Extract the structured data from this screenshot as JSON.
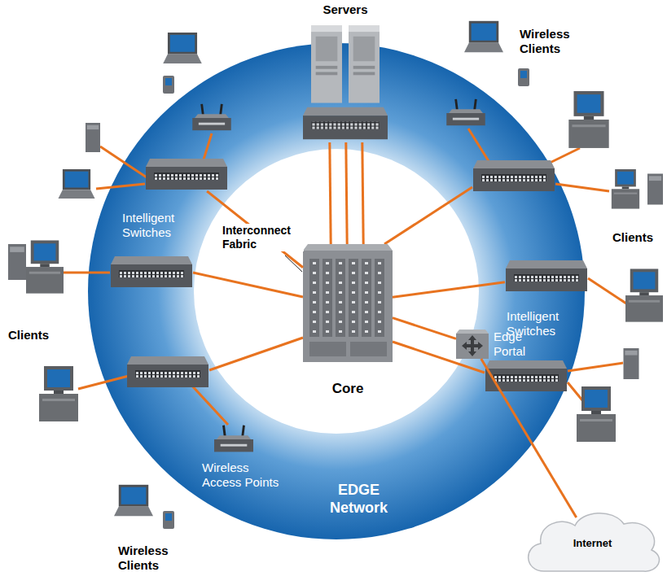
{
  "diagram": {
    "nodes": [
      {
        "text": [
          "EDGE Network"
        ]
      },
      {
        "text": [
          "Servers"
        ]
      },
      {
        "text": [
          "Intelligent Switches"
        ],
        "in": 0
      },
      {
        "text": [
          "Core"
        ],
        "in": 0
      },
      {
        "text": [
          "Intelligent Switches"
        ],
        "in": 0
      },
      {
        "text": [
          "Wireless Access Points"
        ],
        "in": 0
      },
      {
        "text": [
          "Edge Portal"
        ],
        "in": 0
      },
      {
        "text": [
          "Internet"
        ]
      }
    ],
    "edges": [
      {
        "from": 1,
        "to": 3,
        "arrow": "none"
      },
      {
        "from": 1,
        "to": 3,
        "arrow": "none"
      },
      {
        "from": 1,
        "to": 3,
        "arrow": "none"
      },
      {
        "from": 3,
        "to": 2,
        "arrow": "none"
      },
      {
        "from": 3,
        "to": 4,
        "arrow": "none"
      },
      {
        "from": 3,
        "to": 6,
        "arrow": "none"
      },
      {
        "from": 6,
        "to": 7,
        "arrow": "none"
      }
    ],
    "labels": [
      "Wireless Clients",
      "Interconnect Fabric",
      "Clients",
      "Clients",
      "Wireless Clients"
    ]
  }
}
